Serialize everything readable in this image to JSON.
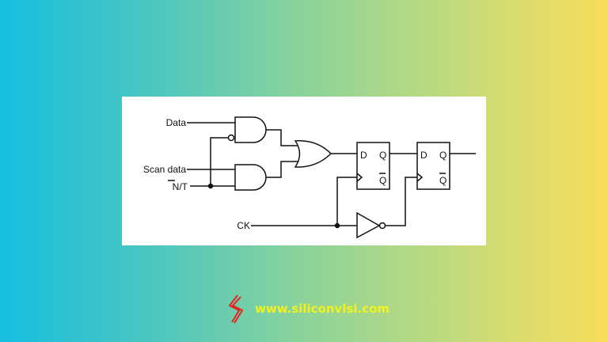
{
  "diagram": {
    "inputs": {
      "data": "Data",
      "scan_data": "Scan data",
      "nt": "N/T",
      "ck": "CK"
    },
    "flipflop": {
      "d": "D",
      "q": "Q",
      "qbar": "Q"
    }
  },
  "footer": {
    "website": "www.siliconvlsi.com",
    "logo_color": "#e52421",
    "text_color": "#f4f21c"
  }
}
